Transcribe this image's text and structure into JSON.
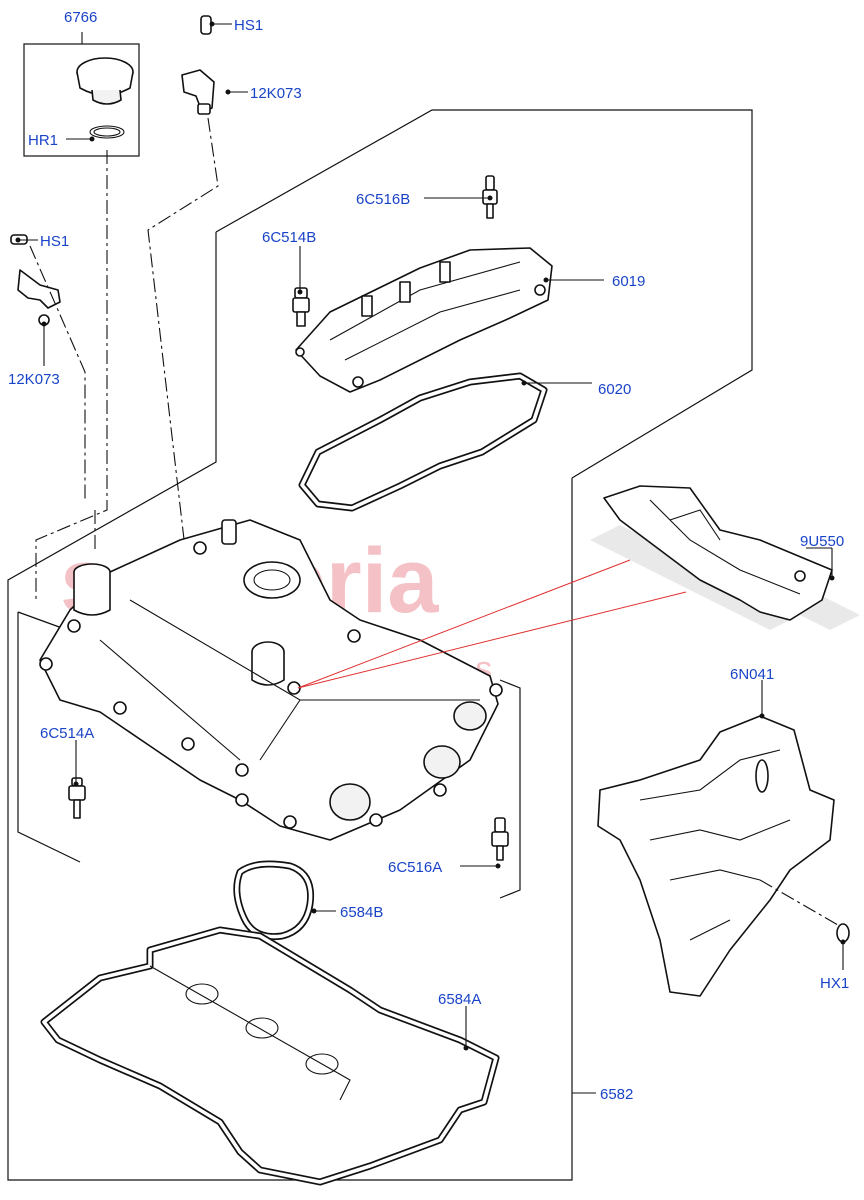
{
  "watermark": {
    "brand": "scuderia",
    "sub": "car parts"
  },
  "accent_colors": {
    "label": "#1a44c8",
    "watermark": "#f4c2c6",
    "pointer": "#e03030"
  },
  "labels": {
    "p6766": "6766",
    "hr1": "HR1",
    "hs1_top": "HS1",
    "k12073_top": "12K073",
    "hs1_left": "HS1",
    "k12073_left": "12K073",
    "c516b": "6C516B",
    "c514b": "6C514B",
    "p6019": "6019",
    "p6020": "6020",
    "u550": "9U550",
    "n041": "6N041",
    "c514a": "6C514A",
    "c516a": "6C516A",
    "p6584b": "6584B",
    "p6584a": "6584A",
    "hx1": "HX1",
    "p6582": "6582"
  }
}
